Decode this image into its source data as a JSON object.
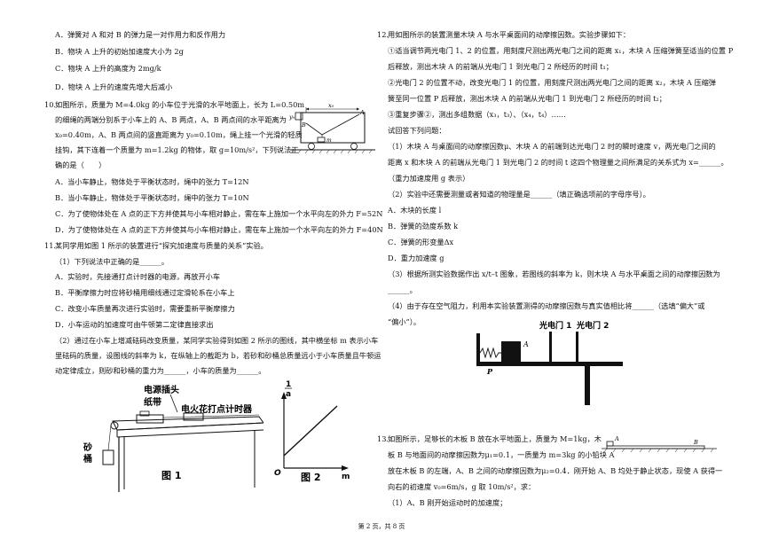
{
  "left_column": {
    "q9_options": [
      "A．弹簧对 A 和对 B 的弹力是一对作用力和反作用力",
      "B．物块 A 上升的初始加速度大小为 2g",
      "C．物块 A 上升的高度为 2mg/k",
      "D．物块 A 上升的速度先增大后减小"
    ],
    "q10": {
      "num": "10.",
      "stem": [
        "如图所示，质量为 M=4.0kg 的小车位于光滑的水平地面上，长为 L=0.50m",
        "的细绳的两端分别系于小车上的 A、B 两点，A、B 两点间的水平距离为",
        "x₀=0.40m，A、B 两点间的竖直距离为 y₀=0.10m，绳上挂一个光滑的轻质",
        "挂钩，其下连着一个质量为 m=1.2kg 的物体，取 g=10m/s²，下列说法正",
        "确的是（　　）"
      ],
      "options": [
        "A．当小车静止，物体处于平衡状态时，绳中的张力 T=12N",
        "B．当小车静止，物体处于平衡状态时，绳中的张力 T=10N",
        "C．为了使物体处在 A 点的正下方并使其与小车相对静止，需在车上施加一个水平向左的外力 F=52N",
        "D．为了使物体处在 A 点的正下方并使其与小车相对静止，需在车上施加一个水平向左的外力 F=40N"
      ],
      "fig_labels": {
        "x0": "x₀",
        "y0": "y₀",
        "A": "A",
        "B": "B",
        "m": "m"
      }
    },
    "q11": {
      "num": "11.",
      "stem": "某同学用如图 1 所示的装置进行“探究加速度与质量的关系”实验。",
      "part1": "（1）下列说法中正确的是______。",
      "options": [
        "A．实验时，先接通打点计时器的电源，再放开小车",
        "B．平衡摩擦力时应将砂桶用细线通过定滑轮系在小车上",
        "C．改变小车质量再次进行实验时，需要重新平衡摩擦力",
        "D．小车运动的加速度可由牛顿第二定律直接求出"
      ],
      "part2": [
        "（2）通过在小车上增减砝码改变质量，某同学实验得到如图 2 所示的图线，其中横坐标 m 表示小车",
        "里砝码的质量，设图线的斜率为 k，在纵轴上的截距为 b，若砂和砂桶总质量远小于小车质量且牛顿运",
        "动定律成立，则砂和砂桶的重力为______，小车的质量为______。"
      ],
      "fig1": {
        "label_power": "电源插头",
        "label_tape": "纸带",
        "label_timer": "电火花打点计时器",
        "label_bucket": "砂桶",
        "caption": "图 1"
      },
      "fig2": {
        "ylabel": "1/a",
        "y_num": "1",
        "y_den": "a",
        "origin": "O",
        "xlabel": "m",
        "caption": "图 2"
      }
    }
  },
  "right_column": {
    "q12": {
      "num": "12.",
      "lines": [
        "用如图所示的装置测量木块 A 与水平桌面间的动摩擦因数。实验步骤如下：",
        "①适当调节两光电门 1、2 的位置，用刻度尺测出两光电门之间的距离 x₁，木块 A 压缩弹簧至适当的位置 P",
        "后释放，测出木块 A 的前端从光电门 1 到光电门 2 所经历的时间 t₁；",
        "②光电门 2 的位置不动，改变光电门 1 的位置，用刻度尺测出两光电门之间的距离 x₂，木块 A 压缩弹",
        "簧至同一位置 P 后释放，测出木块 A 的前端从光电门 1 到光电门 2 所经历的时间 t₂；",
        "③重复步骤②，测出多组数据（x₃，t₃）、（x₄，t₄）……",
        "试回答下列问题：",
        "（1）木块 A 与桌面间的动摩擦因数μ、木块 A 的前端到达光电门 2 时的瞬时速度 v，两光电门之间的",
        "距离 x 和木块 A 的前端从光电门 1 到光电门 2 的时间 t 这四个物理量之间所满足的关系式为 x=______。",
        "（重力加速度用 g 表示）",
        "（2）实验中还需要测量或者知道的物理量是______（填正确选项前的字母序号）。",
        "A．木块的长度 l",
        "B．弹簧的劲度系数 k",
        "C．弹簧的形变量Δx",
        "D．重力加速度 g",
        "（3）根据所测实验数据作出 x/t–t 图象，若图线的斜率为 k，则木块 A 与水平桌面之间的动摩擦因数为",
        "______。",
        "（4）由于存在空气阻力，利用本实验装置测得的动摩擦因数与真实值相比将______（选填“偏大”或",
        "“偏小”）。"
      ],
      "fig": {
        "gate1": "光电门 1",
        "gate2": "光电门 2",
        "A": "A",
        "P": "P"
      }
    },
    "q13": {
      "num": "13.",
      "lines": [
        "如图所示，足够长的木板 B 放在水平地面上，质量为 M=1kg，木",
        "板 B 与地面间的动摩擦因数为μ₁=0.1，一质量为 m=3kg 的小铅块 A",
        "放在木板 B 的左端，A、B 之间的动摩擦因数为μ₂=0.4．刚开始 A、B 均处于静止状态，现使 A 获得一",
        "向右的初速度 v₀=6m/s，g 取 10m/s²，求：",
        "（1）A、B 刚开始运动时的加速度；"
      ],
      "fig": {
        "A": "A",
        "B": "B"
      }
    }
  },
  "footer": "第 2 页，共 8 页"
}
